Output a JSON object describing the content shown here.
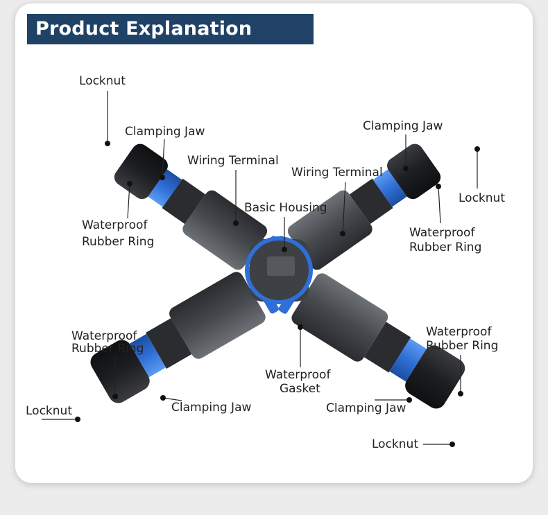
{
  "title": "Product Explanation Diagram",
  "colors": {
    "banner": "#1f4266",
    "accent_blue": "#2f6fd6",
    "body_gray": "#4a4d52",
    "dark": "#1c1d20"
  },
  "labels": {
    "locknut_tl": "Locknut",
    "clamping_jaw_tl": "Clamping Jaw",
    "wiring_terminal_l": "Wiring Terminal",
    "waterproof_rubber_ring_tl": [
      "Waterproof",
      "Rubber Ring"
    ],
    "basic_housing": "Basic Housing",
    "wiring_terminal_r": "Wiring Terminal",
    "clamping_jaw_tr": "Clamping Jaw",
    "locknut_tr": "Locknut",
    "waterproof_rubber_ring_tr": [
      "Waterproof",
      "Rubber Ring"
    ],
    "waterproof_rubber_ring_bl": [
      "Waterproof",
      "Rubber Ring"
    ],
    "locknut_bl": "Locknut",
    "clamping_jaw_bl": "Clamping Jaw",
    "waterproof_gasket": [
      "Waterproof",
      "Gasket"
    ],
    "clamping_jaw_br": "Clamping Jaw",
    "waterproof_rubber_ring_br": [
      "Waterproof",
      "Rubber Ring"
    ],
    "locknut_br": "Locknut"
  }
}
